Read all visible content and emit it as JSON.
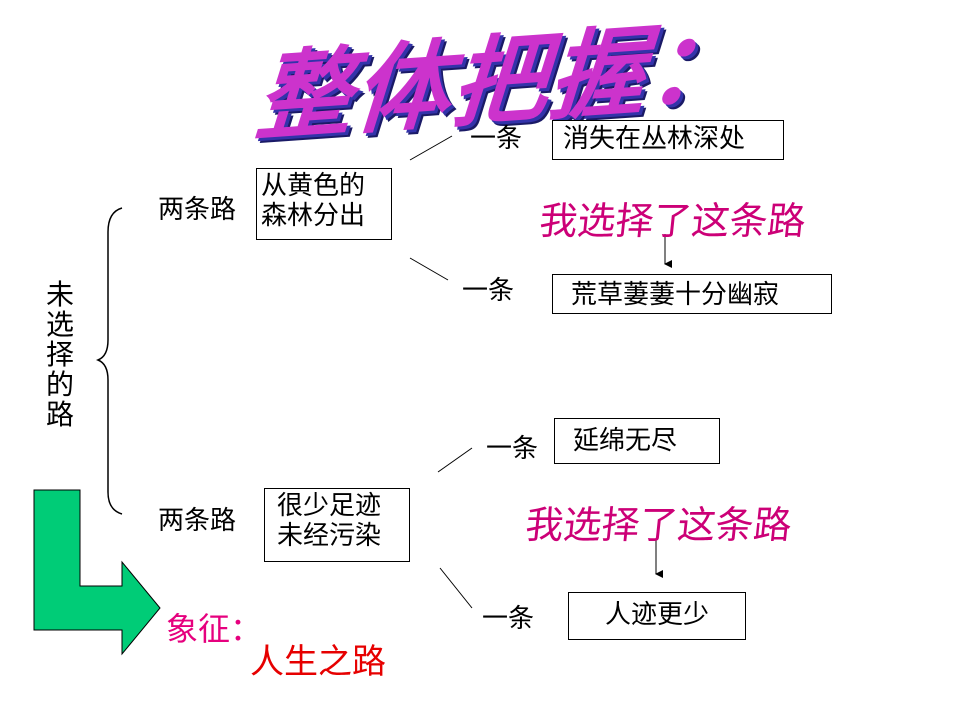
{
  "title": "整体把握：",
  "root": "未选择的路",
  "branches": [
    {
      "label": "两条路",
      "box": [
        "从黄色的",
        "森林分出"
      ],
      "options": [
        {
          "prefix": "一条",
          "text": "消失在丛林深处"
        },
        {
          "prefix": "一条",
          "text": "荒草萋萋十分幽寂"
        }
      ],
      "choice": "我选择了这条路"
    },
    {
      "label": "两条路",
      "box": [
        "很少足迹",
        "未经污染"
      ],
      "options": [
        {
          "prefix": "一条",
          "text": "延绵无尽"
        },
        {
          "prefix": "一条",
          "text": "人迹更少"
        }
      ],
      "choice": "我选择了这条路"
    }
  ],
  "symbol": {
    "label": "象征：",
    "value": "人生之路"
  },
  "colors": {
    "title": "#cc33cc",
    "title_shadow": "#3333aa",
    "choice_text": "#cc0077",
    "symbol_label": "#e6007e",
    "symbol_value": "#e60000",
    "arrow_fill": "#00cc77"
  }
}
